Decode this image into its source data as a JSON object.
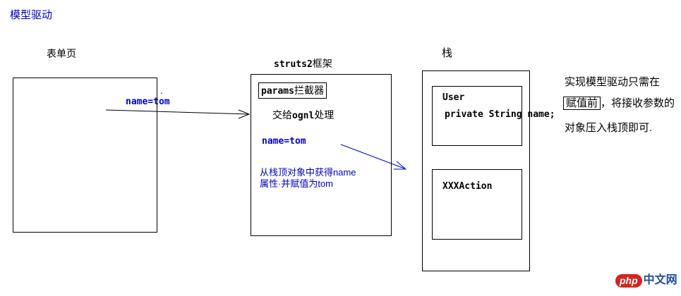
{
  "page_title": "模型驱动",
  "form": {
    "label": "表单页",
    "param": "name=tom",
    "dot": "."
  },
  "framework": {
    "label_code": "struts2",
    "label_cn": "框架",
    "interceptor_code": "params",
    "interceptor_cn": "拦截器",
    "ognl_pre": "交给",
    "ognl_code": "ognl",
    "ognl_post": "处理",
    "param": "name=tom",
    "note_line1": "从栈顶对象中获得name",
    "note_line2": "属性·并赋值为tom"
  },
  "stack": {
    "label": "栈",
    "user": {
      "class_name": "User",
      "field": "private String name;"
    },
    "action": {
      "class_name": "XXXAction"
    }
  },
  "annotation": {
    "line1": "实现模型驱动只需在",
    "boxed": "赋值前",
    "line2_rest": "，将接收参数的",
    "line3": "对象压入栈顶即可."
  },
  "logo": {
    "badge": "php",
    "text": "中文网"
  },
  "colors": {
    "accent_blue": "#0000cd",
    "logo_red": "#d6231f",
    "logo_blue": "#1f4e9c"
  }
}
